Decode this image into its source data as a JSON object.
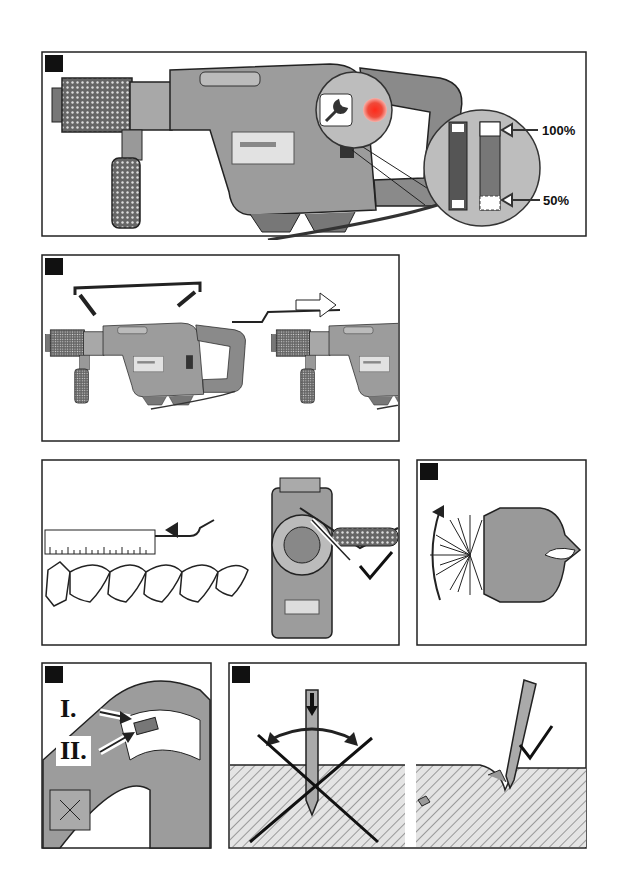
{
  "diagram": {
    "labels": [
      "100%",
      "50%",
      "I.",
      "II."
    ]
  }
}
